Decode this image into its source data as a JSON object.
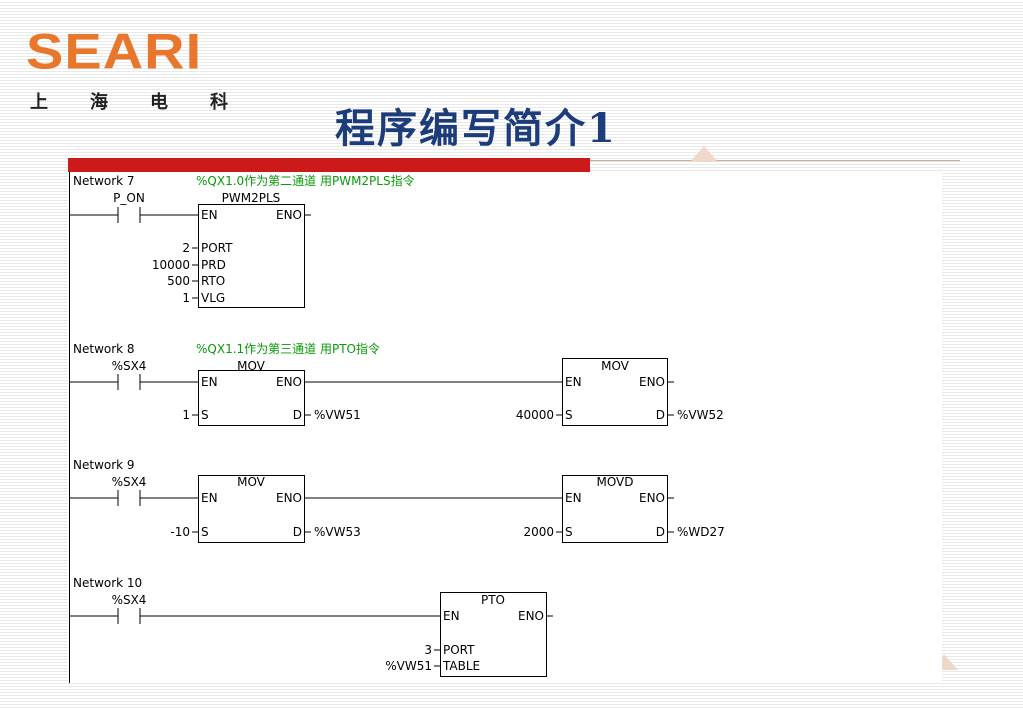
{
  "logo": {
    "brand": "SEARI",
    "cn": [
      "上",
      "海",
      "电",
      "科"
    ]
  },
  "title": "程序编写简介1",
  "networks": [
    {
      "name": "Network 7",
      "comment": "%QX1.0作为第二通道 用PWM2PLS指令",
      "contact": "P_ON",
      "block": {
        "name": "PWM2PLS",
        "en": "EN",
        "eno": "ENO",
        "inputs": [
          {
            "val": "2",
            "pin": "PORT"
          },
          {
            "val": "10000",
            "pin": "PRD"
          },
          {
            "val": "500",
            "pin": "RTO"
          },
          {
            "val": "1",
            "pin": "VLG"
          }
        ]
      }
    },
    {
      "name": "Network 8",
      "comment": "%QX1.1作为第三通道 用PTO指令",
      "contact": "%SX4",
      "block1": {
        "name": "MOV",
        "en": "EN",
        "eno": "ENO",
        "s": "1",
        "s_pin": "S",
        "d_pin": "D",
        "d": "%VW51"
      },
      "block2": {
        "name": "MOV",
        "en": "EN",
        "eno": "ENO",
        "s": "40000",
        "s_pin": "S",
        "d_pin": "D",
        "d": "%VW52"
      }
    },
    {
      "name": "Network 9",
      "contact": "%SX4",
      "block1": {
        "name": "MOV",
        "en": "EN",
        "eno": "ENO",
        "s": "-10",
        "s_pin": "S",
        "d_pin": "D",
        "d": "%VW53"
      },
      "block2": {
        "name": "MOVD",
        "en": "EN",
        "eno": "ENO",
        "s": "2000",
        "s_pin": "S",
        "d_pin": "D",
        "d": "%WD27"
      }
    },
    {
      "name": "Network 10",
      "contact": "%SX4",
      "block": {
        "name": "PTO",
        "en": "EN",
        "eno": "ENO",
        "inputs": [
          {
            "val": "3",
            "pin": "PORT"
          },
          {
            "val": "%VW51",
            "pin": "TABLE"
          }
        ]
      }
    }
  ]
}
